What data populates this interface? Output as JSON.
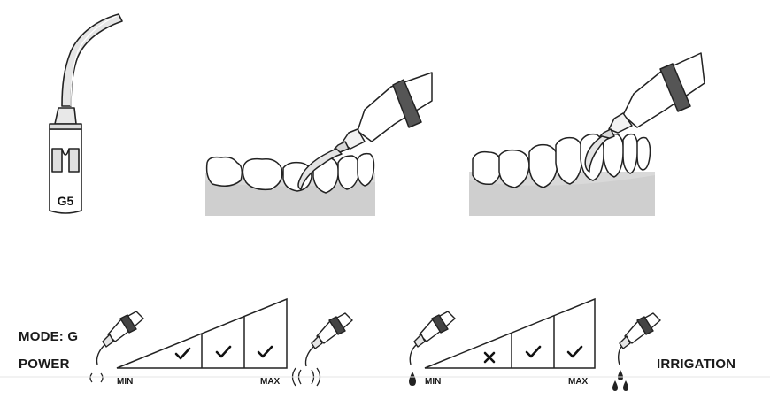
{
  "tip": {
    "code": "G5"
  },
  "mode": {
    "label": "MODE: G"
  },
  "power": {
    "label": "POWER",
    "min_label": "MIN",
    "max_label": "MAX",
    "levels": [
      "check",
      "check",
      "check"
    ]
  },
  "irrigation": {
    "label": "IRRIGATION",
    "min_label": "MIN",
    "max_label": "MAX",
    "levels": [
      "cross",
      "check",
      "check"
    ]
  }
}
